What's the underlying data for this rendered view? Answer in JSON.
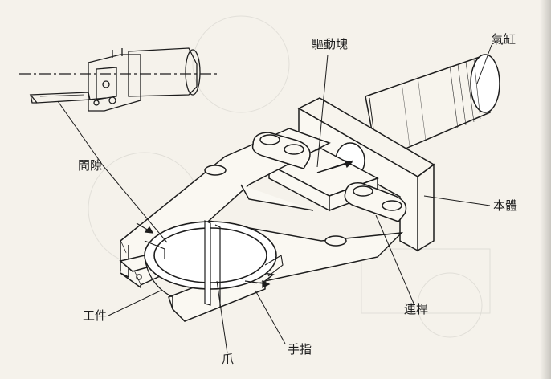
{
  "labels": {
    "cylinder": "氣缸",
    "driver_block": "驅動塊",
    "gap": "間隙",
    "body": "本體",
    "link": "連桿",
    "workpiece": "工件",
    "claw": "爪",
    "finger": "手指"
  },
  "colors": {
    "paper": "#f5f2eb",
    "ink": "#1d1d1d",
    "shade": "#2a2a2a"
  }
}
